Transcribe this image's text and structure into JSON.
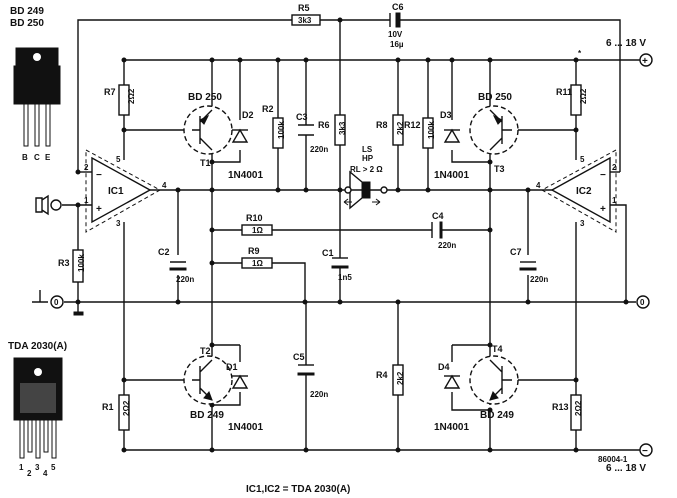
{
  "packages": {
    "bd": {
      "line1": "BD 249",
      "line2": "BD 250",
      "pins": [
        "B",
        "C",
        "E"
      ]
    },
    "tda": {
      "title": "TDA 2030(A)",
      "pins": [
        "1",
        "2",
        "3",
        "4",
        "5"
      ]
    }
  },
  "supply": {
    "positive": "6 ... 18 V",
    "negative": "6 ... 18 V",
    "plus_sign": "+",
    "minus_sign": "−",
    "star": "*"
  },
  "ground": {
    "left_symbol": "0",
    "right_symbol": "0"
  },
  "ics": {
    "ic1": "IC1",
    "ic2": "IC2",
    "note": "IC1,IC2 = TDA 2030(A)"
  },
  "ic_pins": {
    "ic1": [
      "5",
      "2",
      "1",
      "4",
      "3"
    ],
    "ic2": [
      "5",
      "2",
      "1",
      "4",
      "3"
    ]
  },
  "opamp_signs": {
    "minus": "−",
    "plus": "+"
  },
  "resistors": {
    "r1": {
      "name": "R1",
      "value": "2Ω2"
    },
    "r2": {
      "name": "R2",
      "value": "100k"
    },
    "r3": {
      "name": "R3",
      "value": "100k"
    },
    "r4": {
      "name": "R4",
      "value": "2k2"
    },
    "r5": {
      "name": "R5",
      "value": "3k3"
    },
    "r6": {
      "name": "R6",
      "value": "3k3"
    },
    "r7": {
      "name": "R7",
      "value": "2Ω2"
    },
    "r8": {
      "name": "R8",
      "value": "2k2"
    },
    "r9": {
      "name": "R9",
      "value": "1Ω"
    },
    "r10": {
      "name": "R10",
      "value": "1Ω"
    },
    "r11": {
      "name": "R11",
      "value": "2Ω2"
    },
    "r12": {
      "name": "R12",
      "value": "100k"
    },
    "r13": {
      "name": "R13",
      "value": "2Ω2"
    }
  },
  "capacitors": {
    "c1": {
      "name": "C1",
      "value": "1n5"
    },
    "c2": {
      "name": "C2",
      "value": "220n"
    },
    "c3": {
      "name": "C3",
      "value": "220n"
    },
    "c4": {
      "name": "C4",
      "value": "220n"
    },
    "c5": {
      "name": "C5",
      "value": "220n"
    },
    "c6": {
      "name": "C6",
      "value1": "10V",
      "value2": "16µ"
    },
    "c7": {
      "name": "C7",
      "value": "220n"
    }
  },
  "transistors": {
    "t1": {
      "name": "T1",
      "type": "BD 250"
    },
    "t2": {
      "name": "T2",
      "type": "BD 249"
    },
    "t3": {
      "name": "T3",
      "type": "BD 250"
    },
    "t4": {
      "name": "T4",
      "type": "BD 249"
    }
  },
  "diodes": {
    "d1": {
      "name": "D1",
      "type": "1N4001"
    },
    "d2": {
      "name": "D2",
      "type": "1N4001"
    },
    "d3": {
      "name": "D3",
      "type": "1N4001"
    },
    "d4": {
      "name": "D4",
      "type": "1N4001"
    }
  },
  "speaker": {
    "line1": "LS",
    "line2": "HP",
    "load": "RL > 2 Ω"
  },
  "code": "86004-1"
}
